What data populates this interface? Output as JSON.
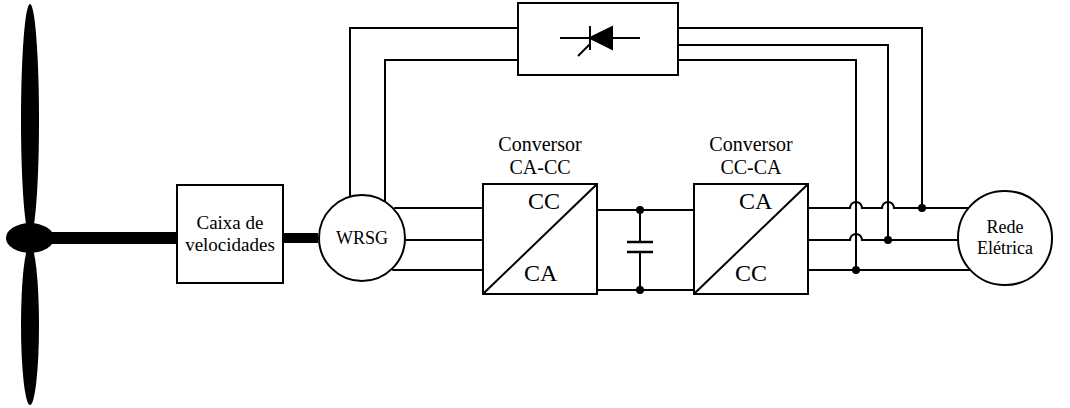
{
  "diagram": {
    "nodes": [
      {
        "text": [
          "Caixa de velocidades"
        ]
      },
      {
        "text": [
          "WRSG"
        ]
      },
      {
        "text": [
          "Conversor CA-CC",
          "CC",
          "CA"
        ]
      },
      {
        "text": [
          "Conversor CC-CA",
          "CA",
          "CC"
        ]
      },
      {
        "text": [
          "Rede Elétrica"
        ]
      }
    ],
    "edges": [
      {
        "from": 0,
        "to": 1,
        "arrow": "none"
      },
      {
        "from": 1,
        "to": 2,
        "arrow": "none"
      },
      {
        "from": 2,
        "to": 3,
        "arrow": "none"
      },
      {
        "from": 3,
        "to": 4,
        "arrow": "none"
      }
    ]
  }
}
